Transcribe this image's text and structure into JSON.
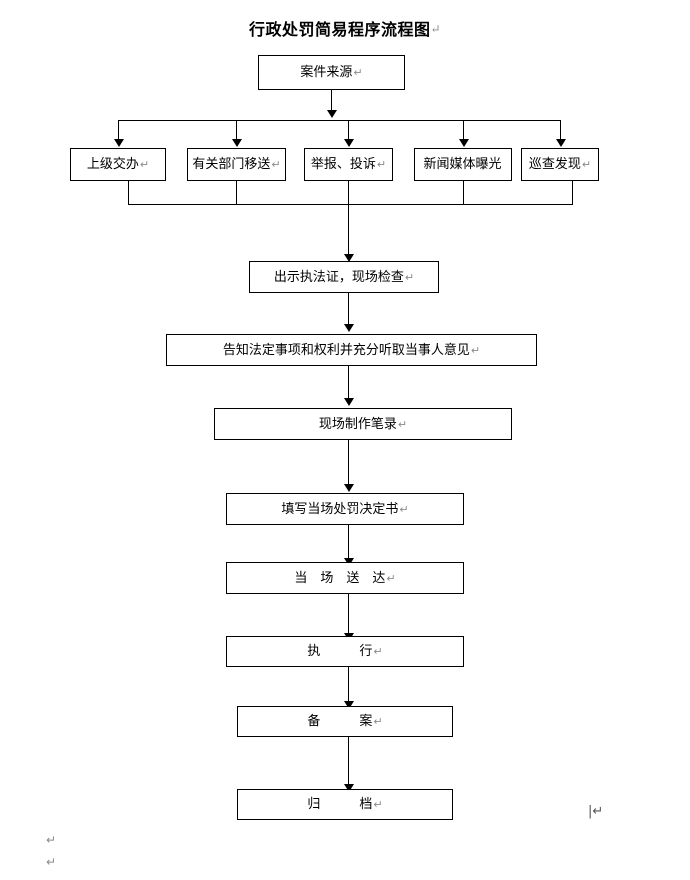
{
  "document": {
    "title": "行政处罚简易程序流程图",
    "title_mark": "↵",
    "paragraph_mark": "↵",
    "caret_mark": "|↵",
    "line_color": "#000000",
    "text_color": "#000000",
    "mark_color": "#8a8a8a",
    "background": "#ffffff"
  },
  "flow": {
    "source": {
      "label": "案件来源",
      "mark": "↵"
    },
    "sources": [
      {
        "label": "上级交办",
        "mark": "↵"
      },
      {
        "label": "有关部门移送",
        "mark": "↵"
      },
      {
        "label": "举报、投诉",
        "mark": "↵"
      },
      {
        "label": "新闻媒体曝光",
        "mark": ""
      },
      {
        "label": "巡查发现",
        "mark": "↵"
      }
    ],
    "steps": [
      {
        "label": "出示执法证，现场检查",
        "mark": "↵"
      },
      {
        "label": "告知法定事项和权利并充分听取当事人意见",
        "mark": "↵"
      },
      {
        "label": "现场制作笔录",
        "mark": "↵"
      },
      {
        "label": "填写当场处罚决定书",
        "mark": "↵"
      },
      {
        "label": "当　场　送　达",
        "mark": "↵"
      },
      {
        "label": "执　　　行",
        "mark": "↵"
      },
      {
        "label": "备　　　案",
        "mark": "↵"
      },
      {
        "label": "归　　　档",
        "mark": "↵"
      }
    ]
  }
}
